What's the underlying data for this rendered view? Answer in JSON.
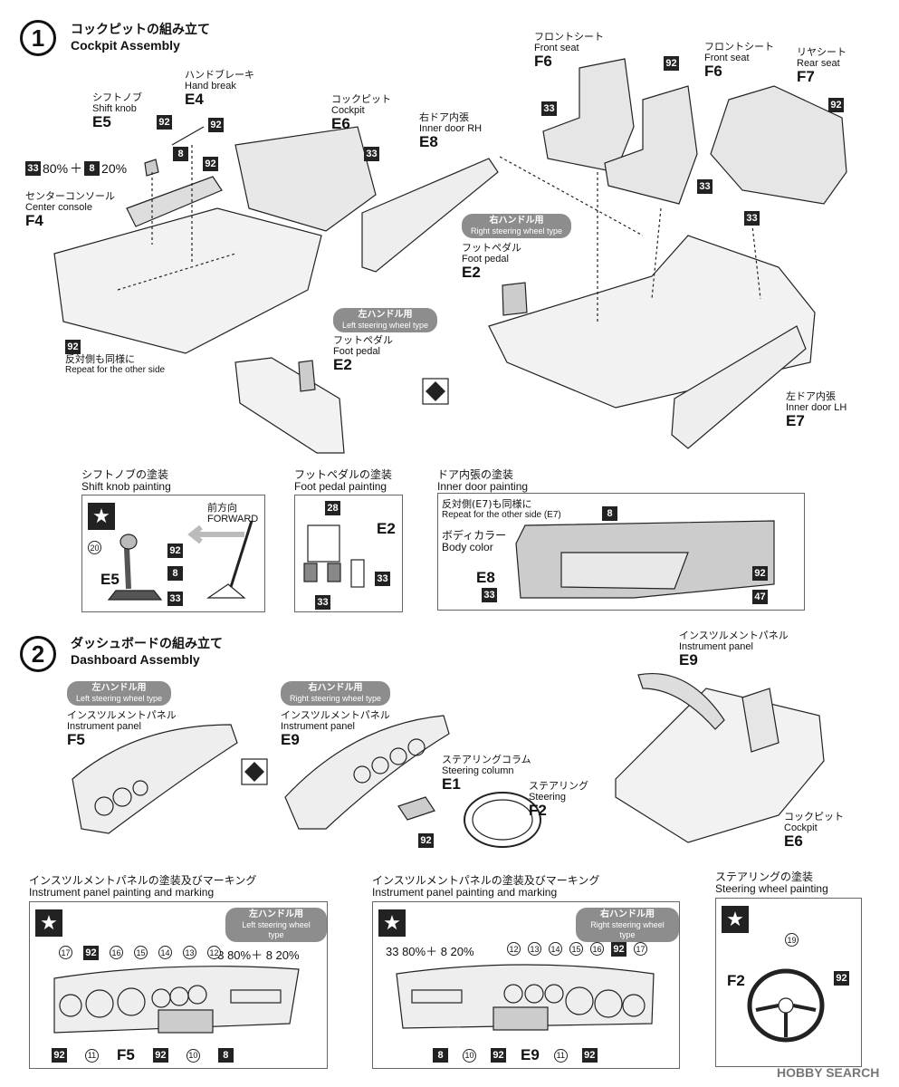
{
  "step1": {
    "number": "1",
    "title_jp": "コックピットの組み立て",
    "title_en": "Cockpit Assembly",
    "shift_knob": {
      "jp": "シフトノブ",
      "en": "Shift knob",
      "code": "E5"
    },
    "hand_brake": {
      "jp": "ハンドブレーキ",
      "en": "Hand break",
      "code": "E4"
    },
    "cockpit": {
      "jp": "コックピット",
      "en": "Cockpit",
      "code": "E6"
    },
    "center_console": {
      "jp": "センターコンソール",
      "en": "Center console",
      "code": "F4"
    },
    "mix": {
      "a": "33",
      "pct_a": "80%",
      "plus": "＋",
      "b": "8",
      "pct_b": "20%"
    },
    "repeat": {
      "jp": "反対側も同様に",
      "en": "Repeat for the other side"
    },
    "inner_door_rh": {
      "jp": "右ドア内張",
      "en": "Inner door RH",
      "code": "E8"
    },
    "inner_door_lh": {
      "jp": "左ドア内張",
      "en": "Inner door LH",
      "code": "E7"
    },
    "right_type": {
      "jp": "右ハンドル用",
      "en": "Right steering wheel type"
    },
    "left_type": {
      "jp": "左ハンドル用",
      "en": "Left steering wheel type"
    },
    "foot_pedal": {
      "jp": "フットペダル",
      "en": "Foot pedal",
      "code": "E2"
    },
    "front_seat": {
      "jp": "フロントシート",
      "en": "Front seat",
      "code": "F6"
    },
    "rear_seat": {
      "jp": "リヤシート",
      "en": "Rear seat",
      "code": "F7"
    },
    "paint_92": "92",
    "paint_33": "33",
    "paint_8": "8"
  },
  "paint_panels": {
    "shift_knob": {
      "jp": "シフトノブの塗装",
      "en": "Shift knob painting",
      "forward_jp": "前方向",
      "forward_en": "FORWARD",
      "c20": "20",
      "p92": "92",
      "p8": "8",
      "p33": "33",
      "code": "E5"
    },
    "foot_pedal": {
      "jp": "フットペダルの塗装",
      "en": "Foot pedal painting",
      "p28": "28",
      "p33": "33",
      "code": "E2"
    },
    "inner_door": {
      "jp": "ドア内張の塗装",
      "en": "Inner door painting",
      "repeat_jp": "反対側(E7)も同様に",
      "repeat_en": "Repeat for the other side (E7)",
      "body_jp": "ボディカラー",
      "body_en": "Body color",
      "p8": "8",
      "p92": "92",
      "p33": "33",
      "p47": "47",
      "code": "E8"
    }
  },
  "step2": {
    "number": "2",
    "title_jp": "ダッシュボードの組み立て",
    "title_en": "Dashboard Assembly",
    "instrument_panel": {
      "jp": "インスツルメントパネル",
      "en": "Instrument panel"
    },
    "left_code": "F5",
    "right_code": "E9",
    "steering_column": {
      "jp": "ステアリングコラム",
      "en": "Steering column",
      "code": "E1"
    },
    "steering": {
      "jp": "ステアリング",
      "en": "Steering",
      "code": "F2"
    },
    "cockpit": {
      "jp": "コックピット",
      "en": "Cockpit",
      "code": "E6"
    },
    "p92": "92"
  },
  "bottom": {
    "left_panel": {
      "jp": "インスツルメントパネルの塗装及びマーキング",
      "en": "Instrument panel painting and marking",
      "type_jp": "左ハンドル用",
      "type_en": "Left steering wheel type",
      "top_marks": [
        "17",
        "92",
        "16",
        "15",
        "14",
        "13",
        "12"
      ],
      "mix": "33 80%＋ 8 20%",
      "bottom_marks": [
        "92",
        "11",
        "F5",
        "92",
        "10",
        "8"
      ]
    },
    "right_panel": {
      "jp": "インスツルメントパネルの塗装及びマーキング",
      "en": "Instrument panel painting and marking",
      "type_jp": "右ハンドル用",
      "type_en": "Right steering wheel type",
      "mix": "33 80%＋ 8 20%",
      "top_marks": [
        "12",
        "13",
        "14",
        "15",
        "16",
        "92",
        "17"
      ],
      "bottom_marks": [
        "8",
        "10",
        "92",
        "E9",
        "11",
        "92"
      ]
    },
    "steering_panel": {
      "jp": "ステアリングの塗装",
      "en": "Steering wheel painting",
      "c19": "19",
      "code": "F2",
      "p92": "92"
    }
  },
  "watermark": "HOBBY SEARCH"
}
